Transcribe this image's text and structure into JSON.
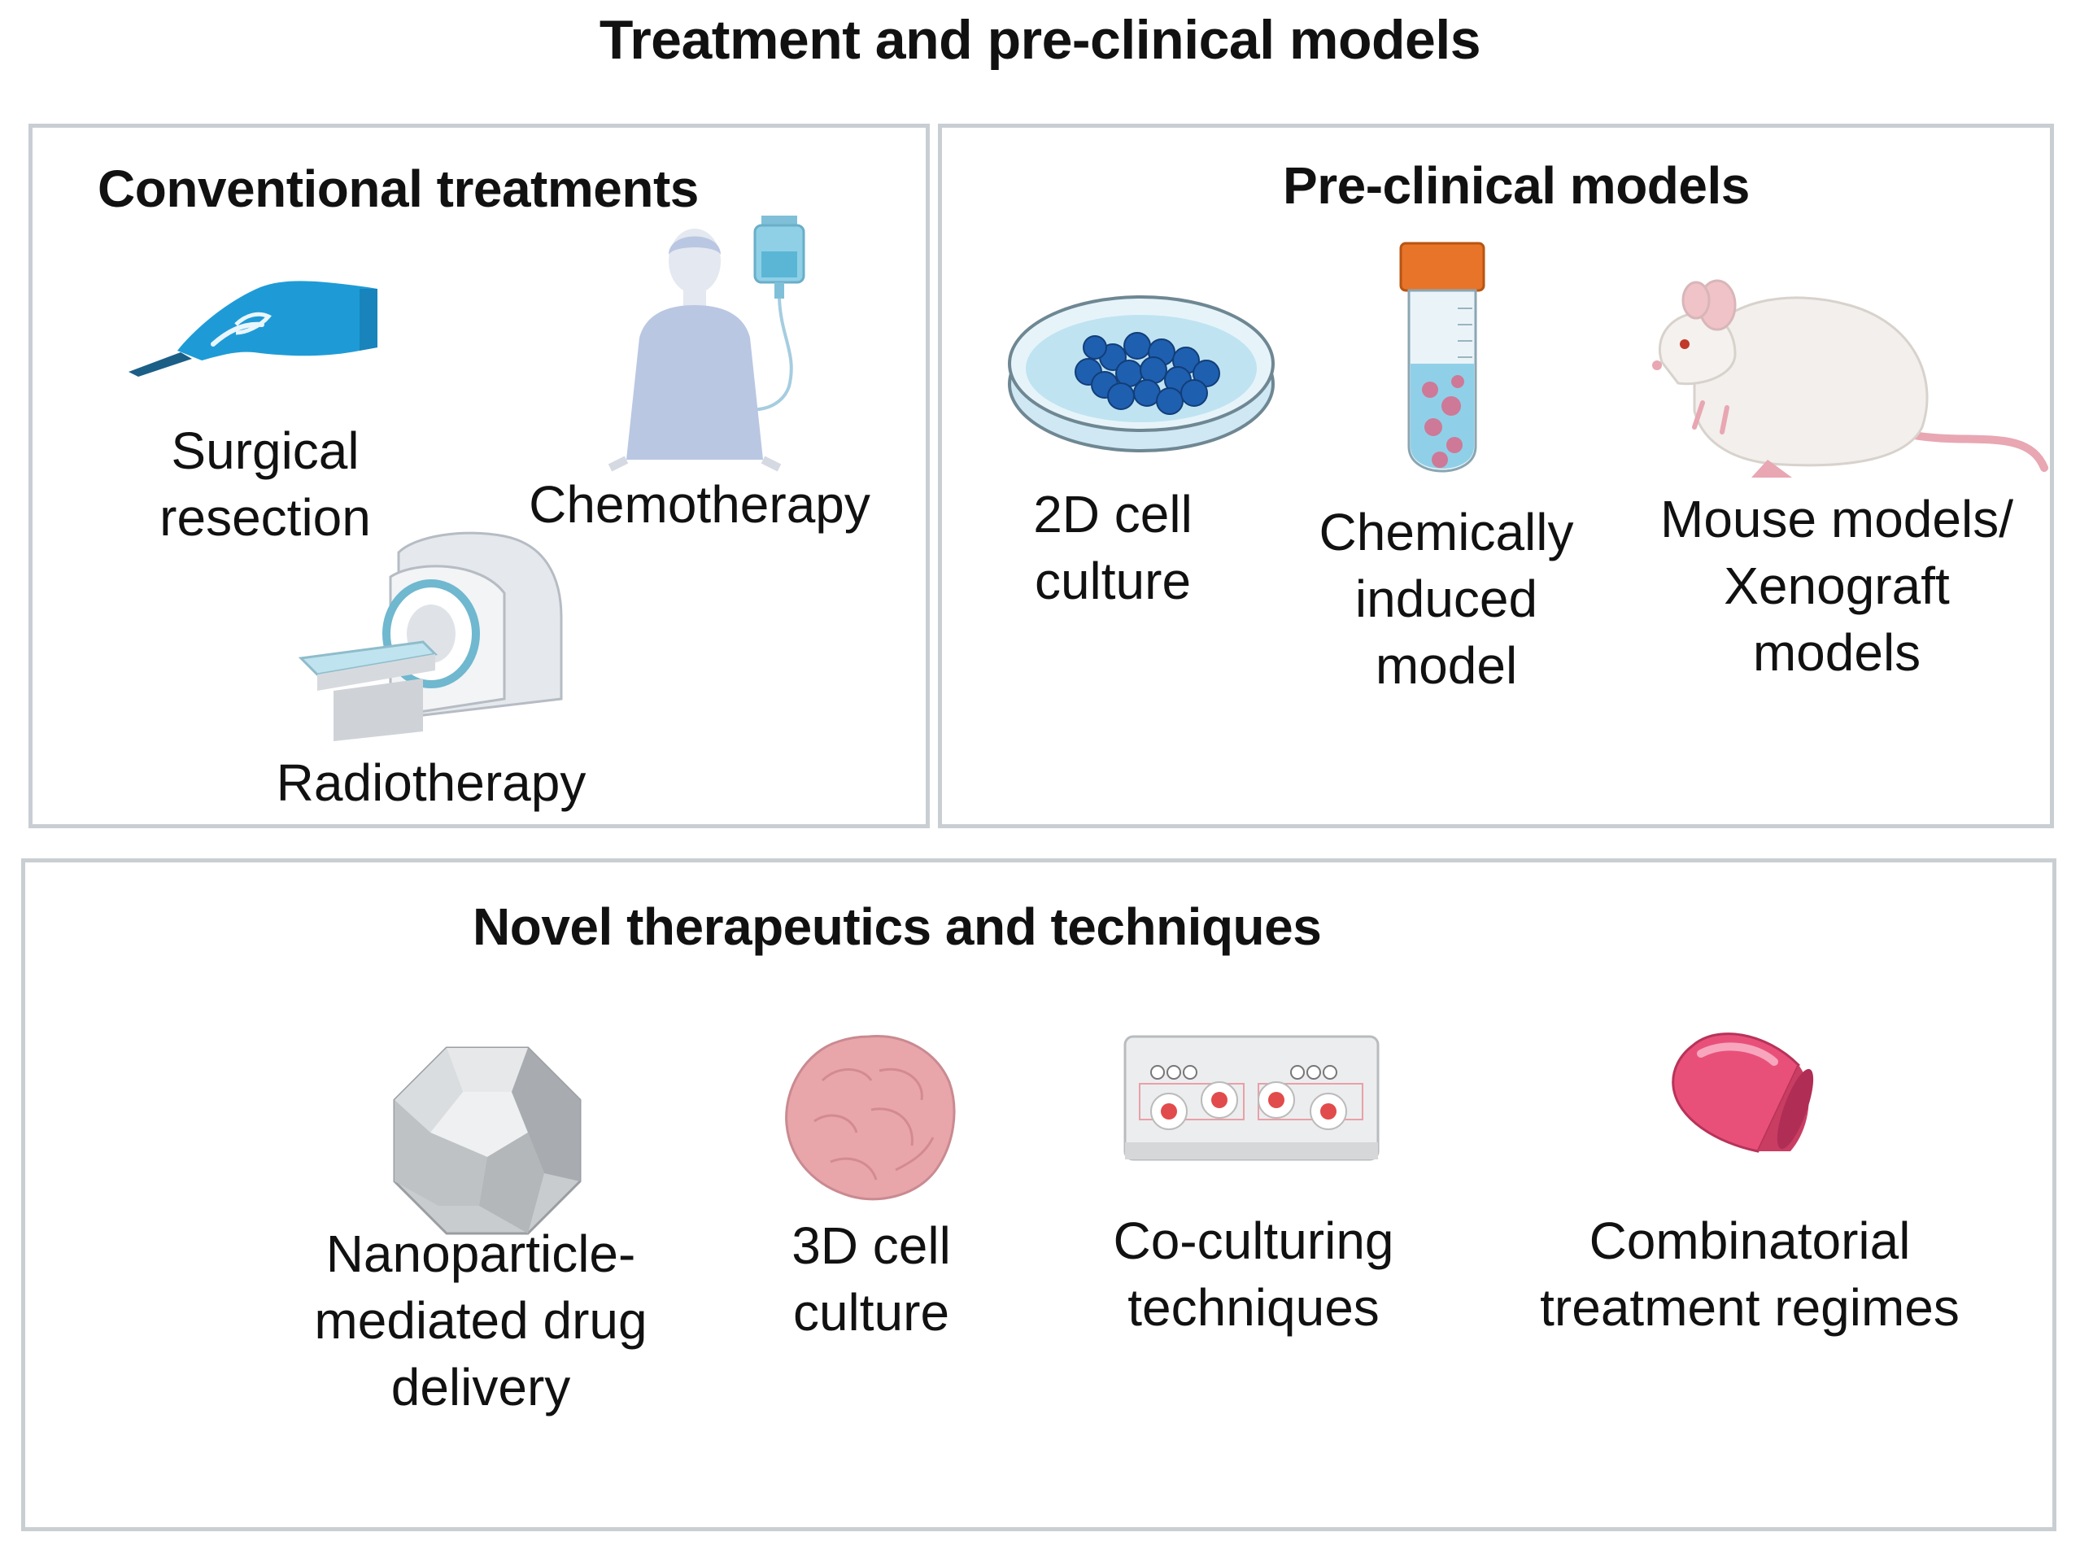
{
  "title": "Treatment and pre-clinical models",
  "panels": {
    "conventional": {
      "title": "Conventional treatments",
      "items": [
        {
          "label": "Surgical\nresection",
          "icon": "gloved-hand-scalpel-icon"
        },
        {
          "label": "Chemotherapy",
          "icon": "patient-iv-drip-icon"
        },
        {
          "label": "Radiotherapy",
          "icon": "mri-scanner-icon"
        }
      ]
    },
    "preclinical": {
      "title": "Pre-clinical models",
      "items": [
        {
          "label": "2D cell\nculture",
          "icon": "petri-dish-icon"
        },
        {
          "label": "Chemically\ninduced\nmodel",
          "icon": "test-tube-icon"
        },
        {
          "label": "Mouse models/\nXenograft\nmodels",
          "icon": "mouse-icon"
        }
      ]
    },
    "novel": {
      "title": "Novel therapeutics and techniques",
      "items": [
        {
          "label": "Nanoparticle-\nmediated drug\ndelivery",
          "icon": "nanoparticle-icon"
        },
        {
          "label": "3D cell\nculture",
          "icon": "spheroid-icon"
        },
        {
          "label": "Co-culturing\ntechniques",
          "icon": "co-culture-chip-icon"
        },
        {
          "label": "Combinatorial\ntreatment regimes",
          "icon": "pink-capsule-icon"
        }
      ]
    }
  },
  "colors": {
    "panel_border": "#c9ced3",
    "glove_blue": "#1e9bd7",
    "dish_cells": "#1f5fb0",
    "tube_cap": "#e8742a",
    "capsule_pink": "#e8507a"
  }
}
